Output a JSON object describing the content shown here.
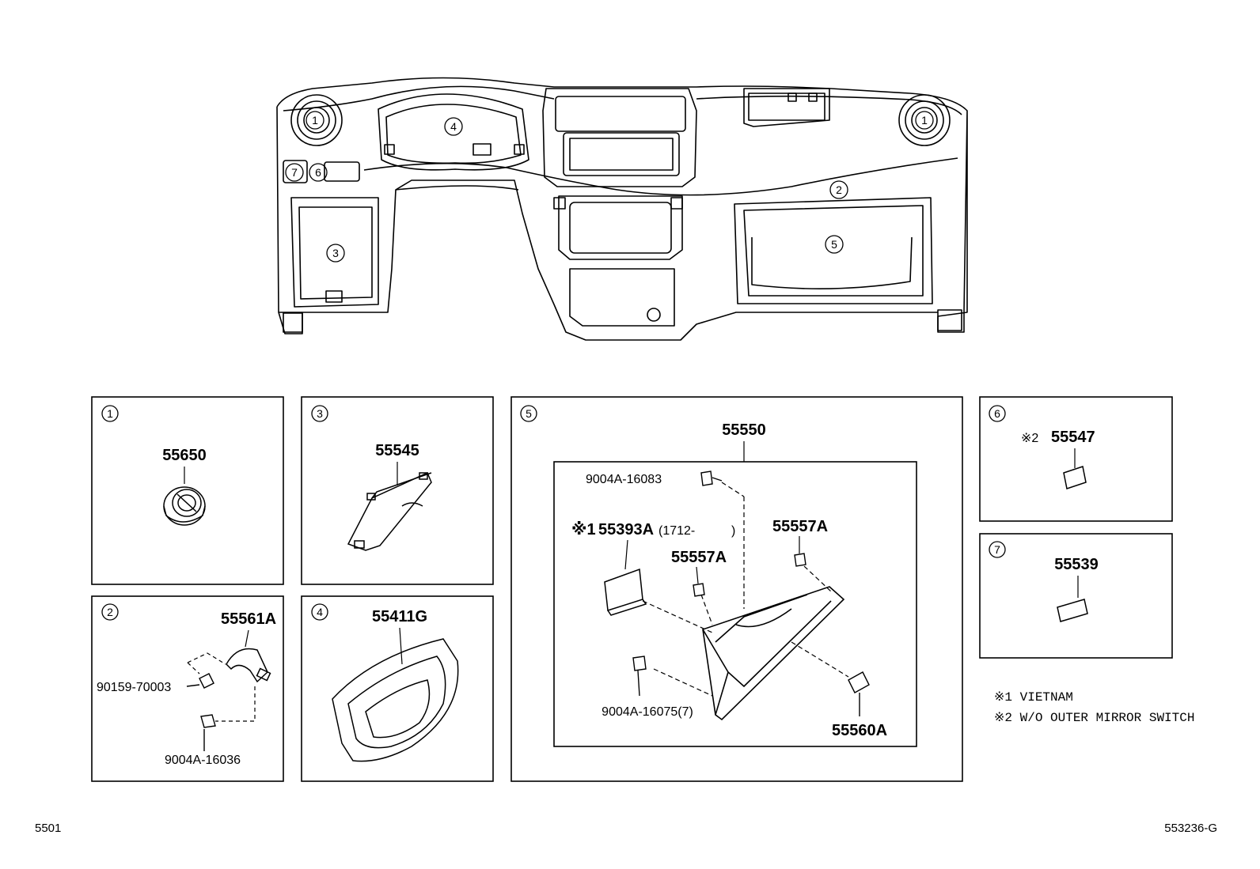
{
  "overview": {
    "callouts": [
      "1",
      "4",
      "1",
      "7",
      "6",
      "2",
      "3",
      "5"
    ]
  },
  "panels": {
    "p1": {
      "num": "1",
      "parts": [
        "55650"
      ]
    },
    "p2": {
      "num": "2",
      "parts": [
        "55561A",
        "90159-70003",
        "9004A-16036"
      ]
    },
    "p3": {
      "num": "3",
      "parts": [
        "55545"
      ]
    },
    "p4": {
      "num": "4",
      "parts": [
        "55411G"
      ]
    },
    "p5": {
      "num": "5",
      "assembly": "55550",
      "parts": [
        "9004A-16083",
        "※1",
        "55393A",
        "(1712-",
        ")",
        "55557A",
        "55557A",
        "9004A-16075(7)",
        "55560A"
      ]
    },
    "p6": {
      "num": "6",
      "mark": "※2",
      "parts": [
        "55547"
      ]
    },
    "p7": {
      "num": "7",
      "parts": [
        "55539"
      ]
    }
  },
  "notes": [
    "※1 VIETNAM",
    "※2 W/O OUTER MIRROR SWITCH"
  ],
  "footer": {
    "left": "5501",
    "right": "553236-G"
  }
}
